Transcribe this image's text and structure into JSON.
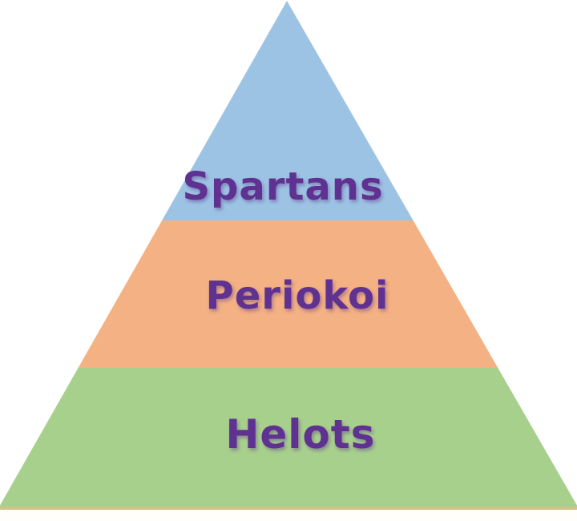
{
  "page": {
    "background_color": "#ffffff"
  },
  "diagram": {
    "type": "pyramid",
    "description": "Three-tier social hierarchy pyramid",
    "text_color": "#5f3191",
    "baseline_color": "#cfc38b",
    "tiers": [
      {
        "label": "Spartans",
        "color": "#9dc3e4",
        "position": "top"
      },
      {
        "label": "Periokoi",
        "color": "#f4b183",
        "position": "middle"
      },
      {
        "label": "Helots",
        "color": "#a8d08d",
        "position": "bottom"
      }
    ]
  }
}
